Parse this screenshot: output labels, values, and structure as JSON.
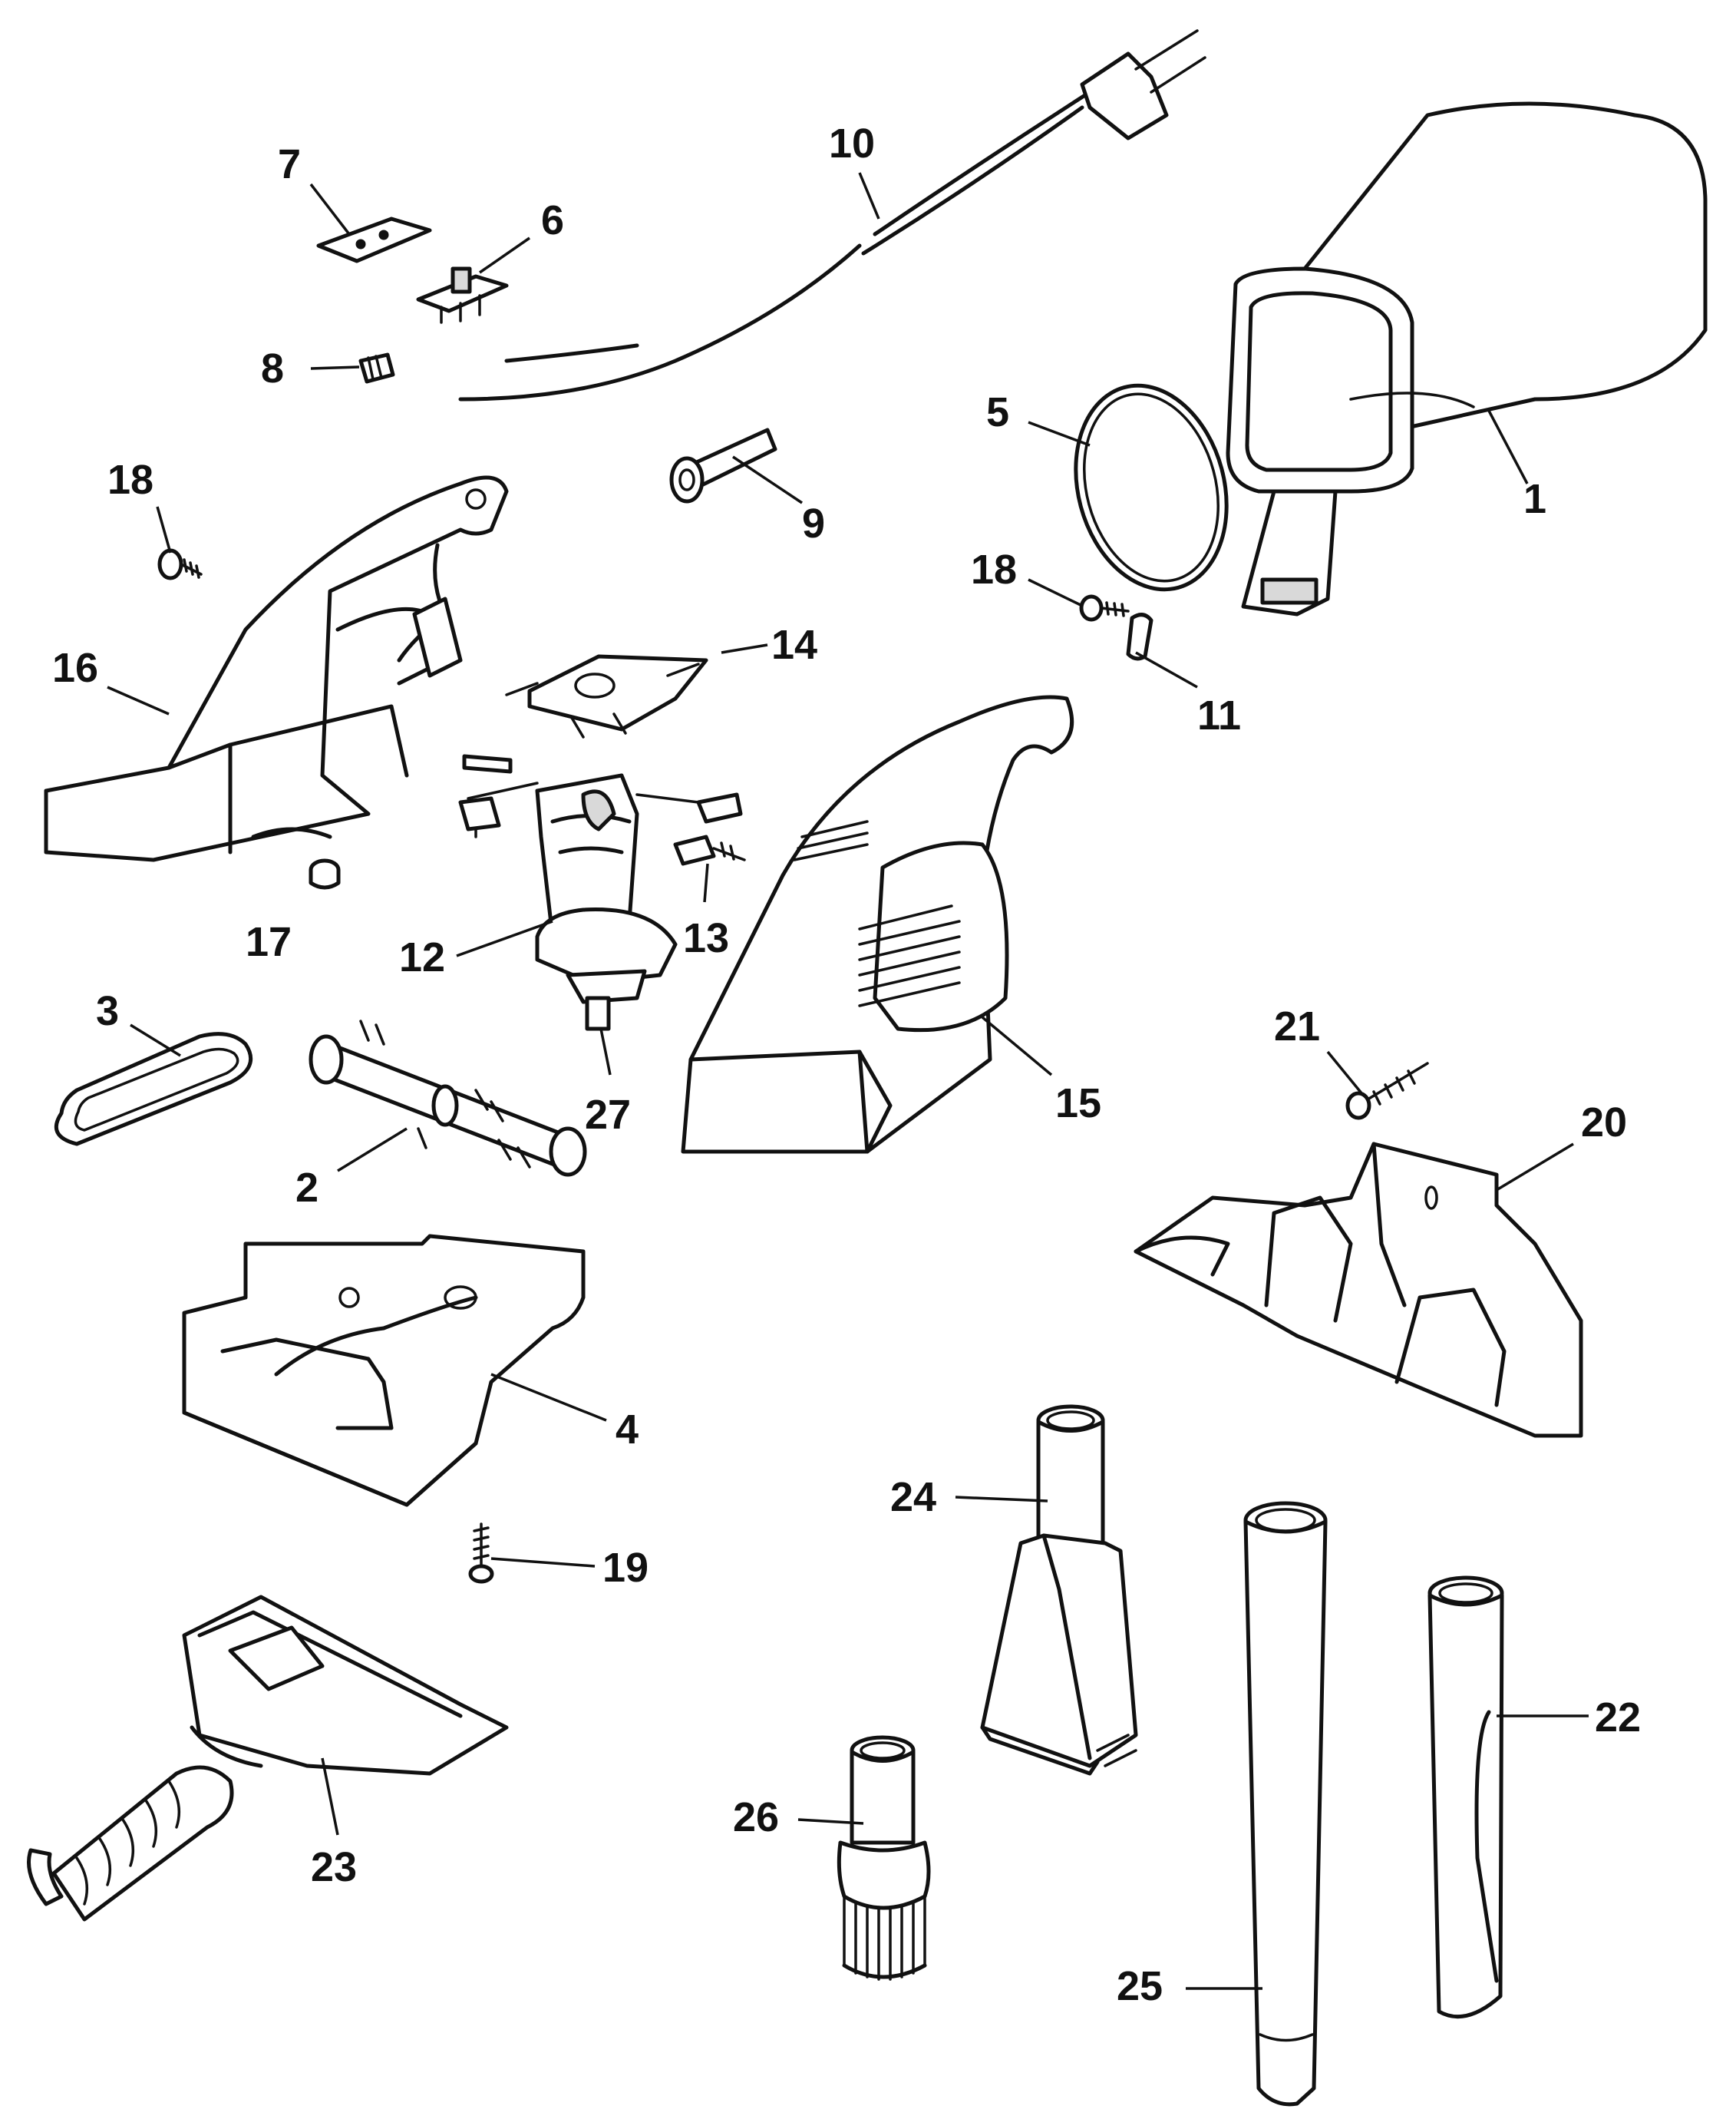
{
  "callouts": {
    "p1": "1",
    "p2": "2",
    "p3": "3",
    "p4": "4",
    "p5": "5",
    "p6": "6",
    "p7": "7",
    "p8": "8",
    "p9": "9",
    "p10": "10",
    "p11": "11",
    "p12": "12",
    "p13": "13",
    "p14": "14",
    "p15": "15",
    "p16": "16",
    "p17": "17",
    "p18a": "18",
    "p18b": "18",
    "p19": "19",
    "p20": "20",
    "p21": "21",
    "p22": "22",
    "p23": "23",
    "p24": "24",
    "p25": "25",
    "p26": "26",
    "p27": "27"
  }
}
